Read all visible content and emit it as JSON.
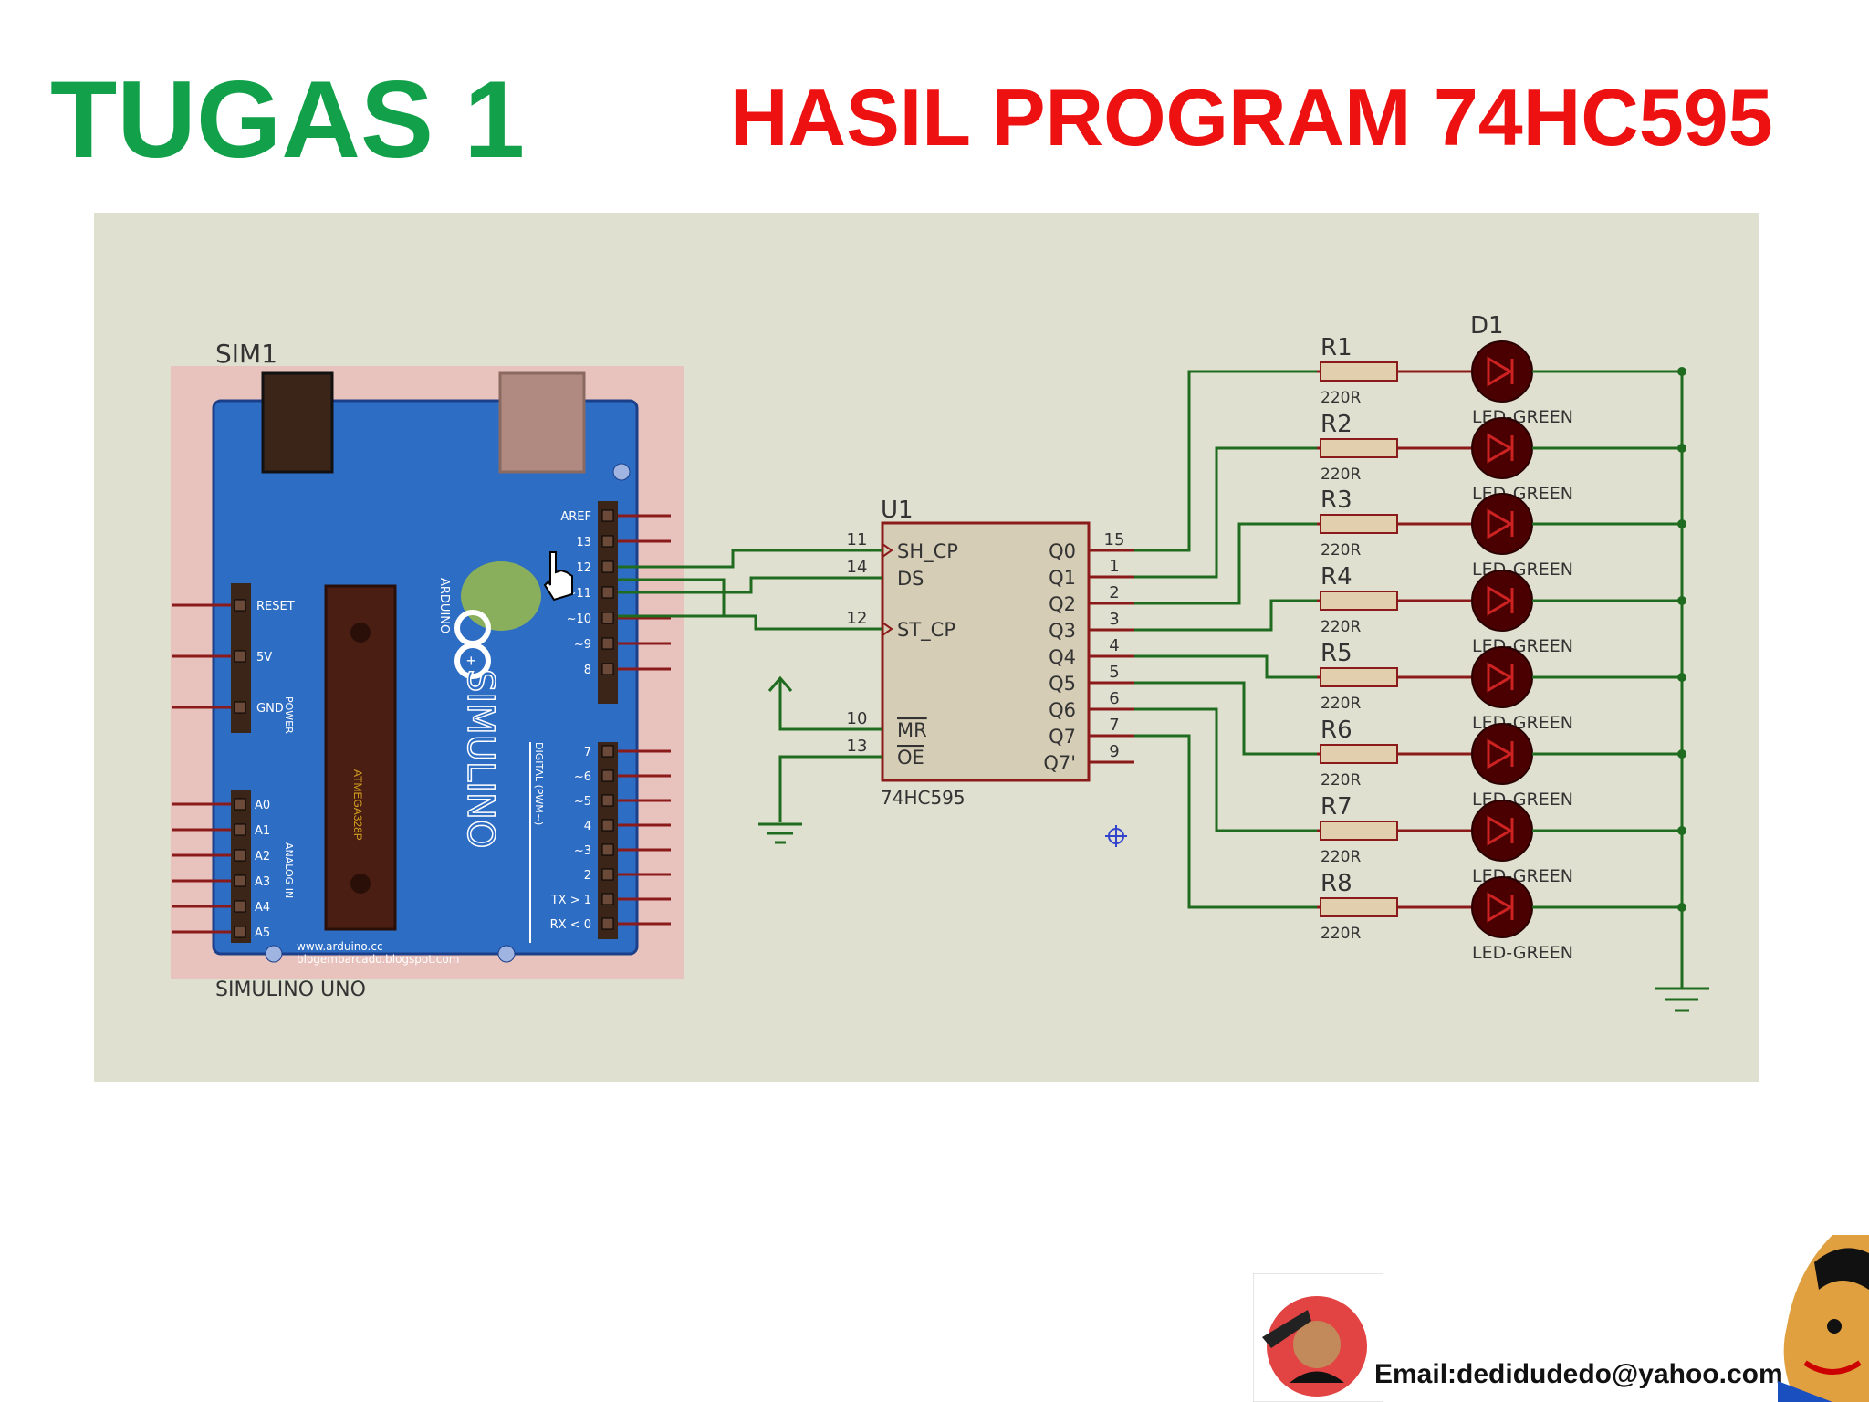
{
  "slide": {
    "title_left": "TUGAS 1",
    "title_right": "HASIL PROGRAM 74HC595",
    "email": "Email:dedidudedo@yahoo.com"
  },
  "colors": {
    "title_left": "#12a14a",
    "title_right": "#ee1111",
    "canvas": "#e0e0d0",
    "wire": "#1f6b1f",
    "component_outline": "#8b1a1a",
    "board": "#2e6dc4"
  },
  "arduino": {
    "designator": "SIM1",
    "name": "SIMULINO UNO",
    "brand": "SIMULINO",
    "model": "ARDUINO",
    "url_line1": "www.arduino.cc",
    "url_line2": "blogembarcado.blogspot.com",
    "power_pins": [
      "RESET",
      "5V",
      "GND"
    ],
    "power_label": "POWER",
    "analog_pins": [
      "A0",
      "A1",
      "A2",
      "A3",
      "A4",
      "A5"
    ],
    "analog_label": "ANALOG IN",
    "digital_pins_top": [
      "AREF",
      "13",
      "12",
      "~11",
      "~10",
      "~9",
      "8"
    ],
    "digital_pins_bottom": [
      "7",
      "~6",
      "~5",
      "4",
      "~3",
      "2",
      "TX > 1",
      "RX < 0"
    ],
    "digital_label": "DIGITAL (PWM~)"
  },
  "shift_register": {
    "designator": "U1",
    "part": "74HC595",
    "inputs": [
      {
        "num": "11",
        "name": "SH_CP"
      },
      {
        "num": "14",
        "name": "DS"
      },
      {
        "num": "12",
        "name": "ST_CP"
      },
      {
        "num": "10",
        "name": "MR"
      },
      {
        "num": "13",
        "name": "OE"
      }
    ],
    "outputs": [
      {
        "num": "15",
        "name": "Q0"
      },
      {
        "num": "1",
        "name": "Q1"
      },
      {
        "num": "2",
        "name": "Q2"
      },
      {
        "num": "3",
        "name": "Q3"
      },
      {
        "num": "4",
        "name": "Q4"
      },
      {
        "num": "5",
        "name": "Q5"
      },
      {
        "num": "6",
        "name": "Q6"
      },
      {
        "num": "7",
        "name": "Q7"
      },
      {
        "num": "9",
        "name": "Q7'"
      }
    ]
  },
  "resistors": [
    {
      "ref": "R1",
      "value": "220R"
    },
    {
      "ref": "R2",
      "value": "220R"
    },
    {
      "ref": "R3",
      "value": "220R"
    },
    {
      "ref": "R4",
      "value": "220R"
    },
    {
      "ref": "R5",
      "value": "220R"
    },
    {
      "ref": "R6",
      "value": "220R"
    },
    {
      "ref": "R7",
      "value": "220R"
    },
    {
      "ref": "R8",
      "value": "220R"
    }
  ],
  "leds": {
    "first_ref": "D1",
    "type": "LED-GREEN",
    "labels": [
      "LED-GREEN",
      "LED-GREEN",
      "LED-GREEN",
      "LED-GREEN",
      "LED-GREEN",
      "LED-GREEN",
      "LED-GREEN",
      "LED-GREEN"
    ]
  }
}
